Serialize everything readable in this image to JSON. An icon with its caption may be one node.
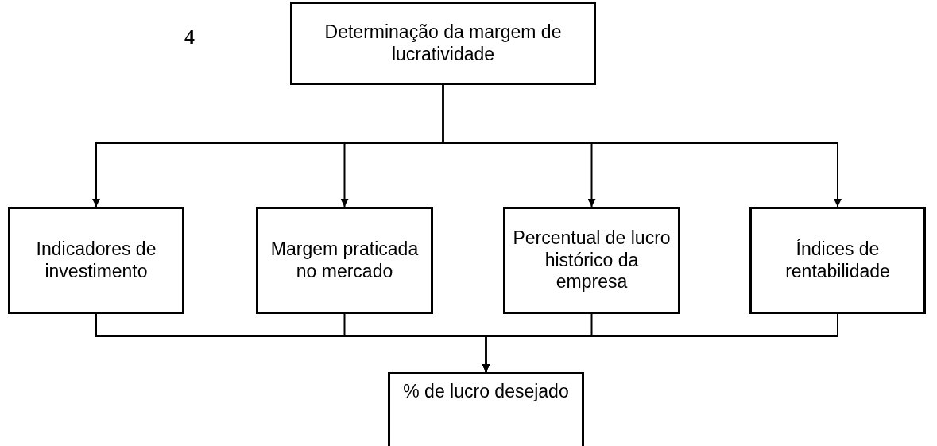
{
  "diagram": {
    "nodes": [
      {
        "text": [
          "Determinação da margem de lucratividade"
        ]
      },
      {
        "text": [
          "Indicadores de investimento"
        ]
      },
      {
        "text": [
          "Margem praticada no mercado"
        ]
      },
      {
        "text": [
          "Percentual de lucro histórico da empresa"
        ]
      },
      {
        "text": [
          "Índices de rentabilidade"
        ]
      },
      {
        "text": [
          "% de lucro desejado"
        ]
      }
    ],
    "edges": [
      {
        "from": 0,
        "to": 1,
        "arrow": "to"
      },
      {
        "from": 0,
        "to": 2,
        "arrow": "to"
      },
      {
        "from": 0,
        "to": 3,
        "arrow": "to"
      },
      {
        "from": 0,
        "to": 4,
        "arrow": "to"
      },
      {
        "from": 1,
        "to": 5,
        "arrow": "to"
      },
      {
        "from": 2,
        "to": 5,
        "arrow": "to"
      },
      {
        "from": 3,
        "to": 5,
        "arrow": "to"
      },
      {
        "from": 4,
        "to": 5,
        "arrow": "to"
      }
    ],
    "labels": [
      "4"
    ]
  }
}
